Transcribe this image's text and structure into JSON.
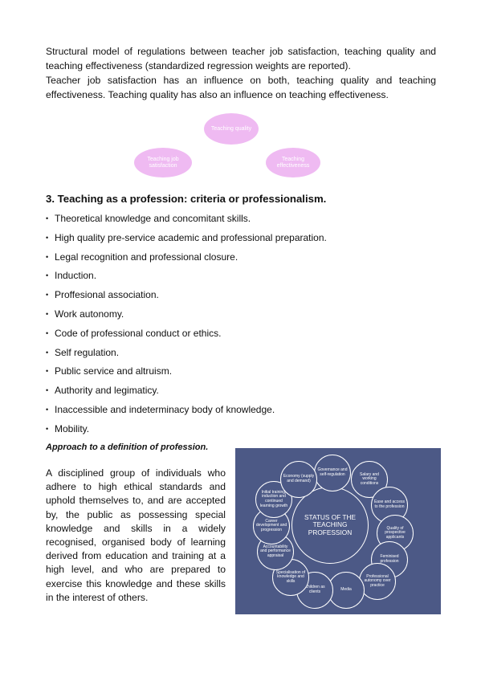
{
  "intro": {
    "line1": "Structural model of regulations between teacher job satisfaction, teaching quality and teaching effectiveness (standardized regression weights are reported).",
    "line2": "Teacher job satisfaction has an influence on both, teaching quality and teaching effectiveness. Teaching quality has also an influence on teaching effectiveness."
  },
  "model": {
    "quality": "Teaching quality",
    "satisfaction": "Teaching job satisfaction",
    "effectiveness": "Teaching effectiveness",
    "color": "#efbaf2"
  },
  "section": {
    "heading": "3.  Teaching as a profession: criteria or professionalism.",
    "criteria": [
      "Theoretical knowledge and concomitant skills.",
      "High quality pre-service academic and professional preparation.",
      "Legal recognition and professional closure.",
      "Induction.",
      "Proffesional association.",
      "Work autonomy.",
      "Code of professional conduct or ethics.",
      "Self regulation.",
      "Public service and altruism.",
      "Authority and legimaticy.",
      "Inaccessible and indeterminacy body of knowledge.",
      "Mobility."
    ]
  },
  "approach": {
    "title": "Approach to a definition of profession.",
    "text": "A disciplined group of individuals who adhere to high ethical standards and uphold themselves to, and are accepted by, the public as possessing special knowledge and skills in a widely recognised, organised body of learning derived from education and training at a high level, and who are prepared to exercise this knowledge and these skills in the interest of others."
  },
  "status_diagram": {
    "center": "STATUS OF THE TEACHING PROFESSION",
    "background": "#4c5986",
    "factors": [
      "Governance and self-regulation",
      "Salary and working conditions",
      "Ease and access to the profession",
      "Quality of prospective applicants",
      "Feminised profession",
      "Professional autonomy over practice",
      "Media",
      "Children as clients",
      "Specialisation of knowledge and skills",
      "Accountability and performance appraisal",
      "Career development and progression",
      "Initial training, induction and continued learning growth",
      "Economy (supply and demand)"
    ]
  }
}
